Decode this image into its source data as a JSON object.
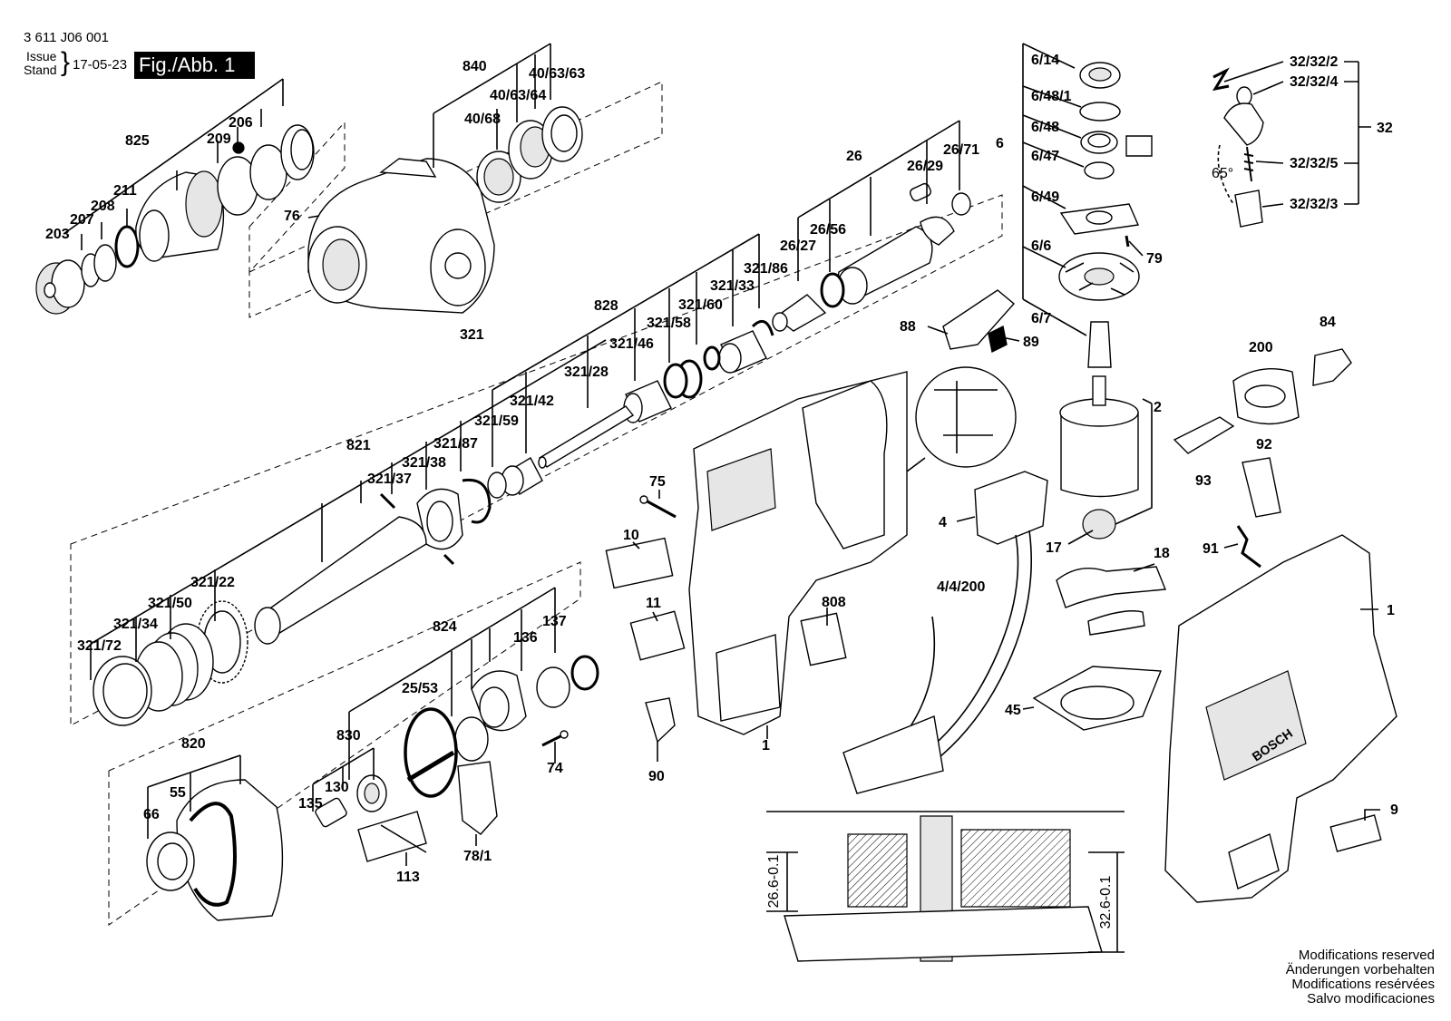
{
  "header": {
    "doc_number": "3 611 J06 001",
    "issue_label": "Issue",
    "stand_label": "Stand",
    "date": "17-05-23",
    "figure_label": "Fig./Abb. 1"
  },
  "footer": {
    "notes": [
      "Modifications reserved",
      "Änderungen vorbehalten",
      "Modifications resérvées",
      "Salvo modificaciones"
    ]
  },
  "section_dimensions": [
    "26.6-0.1",
    "32.6-0.1"
  ],
  "part_labels": {
    "p840": "840",
    "p825": "825",
    "p206": "206",
    "p209": "209",
    "p211": "211",
    "p208": "208",
    "p207": "207",
    "p203": "203",
    "p76": "76",
    "p40_63_63": "40/63/63",
    "p40_63_64": "40/63/64",
    "p40_68": "40/68",
    "p26": "26",
    "p26_71": "26/71",
    "p26_29": "26/29",
    "p26_56": "26/56",
    "p26_27": "26/27",
    "p828": "828",
    "p321_86": "321/86",
    "p321_33": "321/33",
    "p321_60": "321/60",
    "p321_58": "321/58",
    "p321_46": "321/46",
    "p321_28": "321/28",
    "p321": "321",
    "p321_42": "321/42",
    "p321_59": "321/59",
    "p821": "821",
    "p321_87": "321/87",
    "p321_38": "321/38",
    "p321_37": "321/37",
    "p321_22": "321/22",
    "p321_50": "321/50",
    "p321_34": "321/34",
    "p321_72": "321/72",
    "p824": "824",
    "p137": "137",
    "p136": "136",
    "p25_53": "25/53",
    "p830": "830",
    "p130": "130",
    "p135": "135",
    "p113": "113",
    "p78_1": "78/1",
    "p74": "74",
    "p820": "820",
    "p55": "55",
    "p66": "66",
    "p75": "75",
    "p10": "10",
    "p11": "11",
    "p808": "808",
    "p1a": "1",
    "p90": "90",
    "p88": "88",
    "p89": "89",
    "p6_14": "6/14",
    "p6_48_1": "6/48/1",
    "p6": "6",
    "p6_48": "6/48",
    "p6_47": "6/47",
    "p6_49": "6/49",
    "p79": "79",
    "p6_6": "6/6",
    "p6_7": "6/7",
    "p2": "2",
    "p4": "4",
    "p17": "17",
    "p18": "18",
    "p4_4_200": "4/4/200",
    "p45": "45",
    "p32_32_2": "32/32/2",
    "p32_32_4": "32/32/4",
    "p32": "32",
    "p32_32_5": "32/32/5",
    "p32_32_3": "32/32/3",
    "p65deg": "65°",
    "p84": "84",
    "p200": "200",
    "p92": "92",
    "p93": "93",
    "p91": "91",
    "p1b": "1",
    "p9": "9"
  }
}
